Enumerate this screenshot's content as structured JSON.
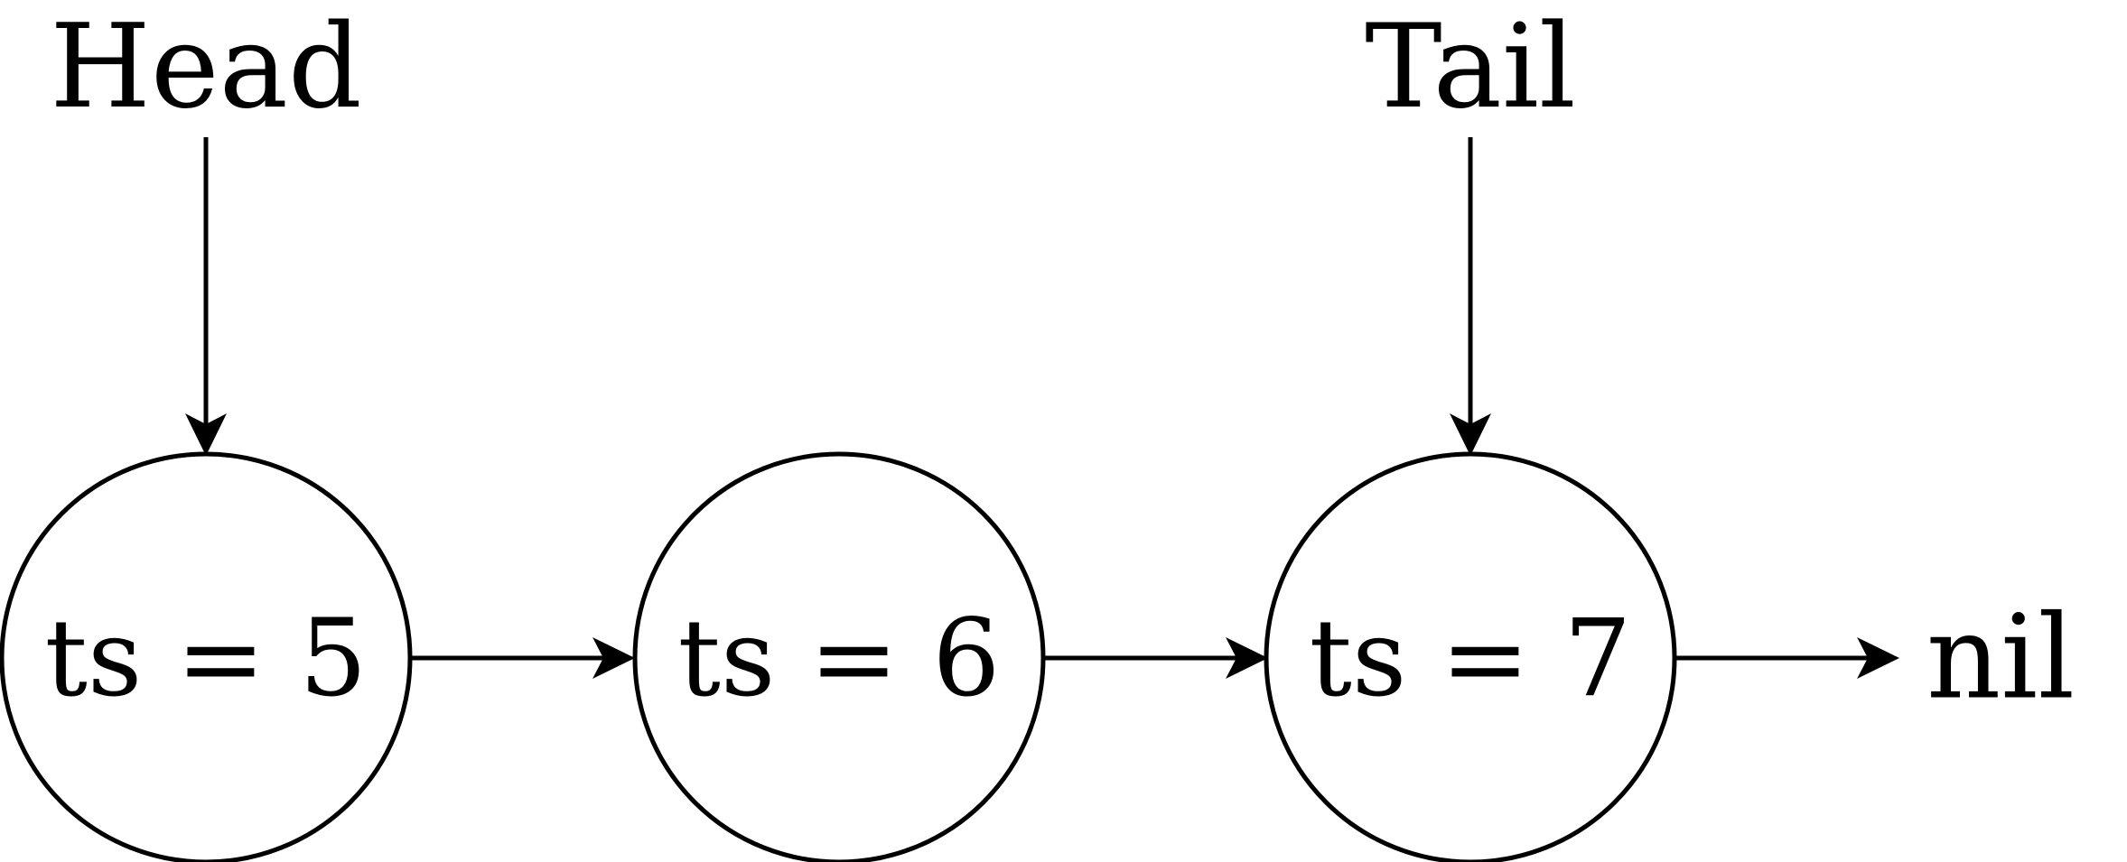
{
  "pointers": {
    "head": "Head",
    "tail": "Tail"
  },
  "nodes": [
    {
      "label": "ts = 5"
    },
    {
      "label": "ts = 6"
    },
    {
      "label": "ts = 7"
    }
  ],
  "terminator": "nil",
  "colors": {
    "stroke": "#000000",
    "background": "#ffffff"
  }
}
